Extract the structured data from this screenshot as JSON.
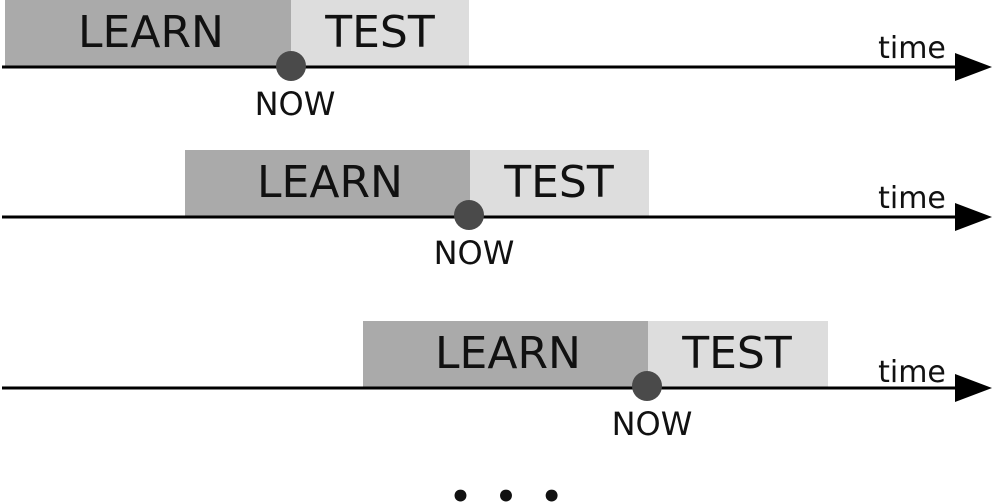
{
  "learn_label": "LEARN",
  "test_label": "TEST",
  "now_label": "NOW",
  "axis_label": "time",
  "ellipsis": "• • •",
  "colors": {
    "learn": "#aaaaaa",
    "test": "#dddddd",
    "now_marker": "#4a4a4a",
    "axis": "#000000"
  }
}
